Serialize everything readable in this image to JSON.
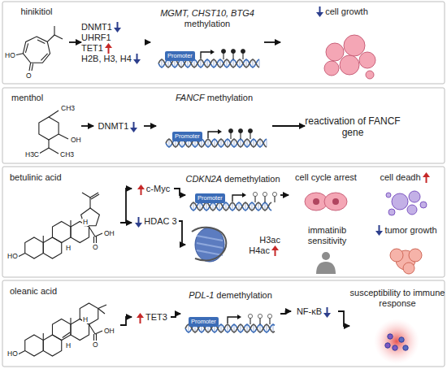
{
  "diagram": {
    "nodes": [
      {
        "text": [
          "hinikitiol"
        ]
      },
      {
        "text": [
          "DNMT1",
          "UHRF1",
          "TET1",
          "H2B, H3, H4"
        ]
      },
      {
        "text": [
          "MGMT, CHST10, BTG4",
          "methylation"
        ]
      },
      {
        "text": [
          "cell growth"
        ]
      },
      {
        "text": [
          "menthol"
        ]
      },
      {
        "text": [
          "DNMT1"
        ]
      },
      {
        "text": [
          "FANCF",
          "methylation"
        ]
      },
      {
        "text": [
          "reactivation of FANCF gene"
        ]
      },
      {
        "text": [
          "betulinic acid"
        ]
      },
      {
        "text": [
          "c-Myc"
        ]
      },
      {
        "text": [
          "HDAC 3"
        ]
      },
      {
        "text": [
          "CDKN2A",
          "demethylation"
        ]
      },
      {
        "text": [
          "H3ac",
          "H4ac"
        ]
      },
      {
        "text": [
          "cell cycle arrest"
        ]
      },
      {
        "text": [
          "cell deadh"
        ]
      },
      {
        "text": [
          "immatinib sensitivity"
        ]
      },
      {
        "text": [
          "tumor growth"
        ]
      },
      {
        "text": [
          "oleanic acid"
        ]
      },
      {
        "text": [
          "TET3"
        ]
      },
      {
        "text": [
          "PDL-1",
          "demethylation"
        ]
      },
      {
        "text": [
          "NF-κB"
        ]
      },
      {
        "text": [
          "susceptibility to immune response"
        ]
      }
    ],
    "edges": [
      {
        "from": 0,
        "to": 1,
        "arrow": "to"
      },
      {
        "from": 1,
        "to": 2,
        "arrow": "to"
      },
      {
        "from": 2,
        "to": 3,
        "arrow": "to"
      },
      {
        "from": 4,
        "to": 5,
        "arrow": "to"
      },
      {
        "from": 5,
        "to": 6,
        "arrow": "to"
      },
      {
        "from": 6,
        "to": 7,
        "arrow": "to"
      },
      {
        "from": 8,
        "to": 9,
        "arrow": "to"
      },
      {
        "from": 8,
        "to": 10,
        "arrow": "to"
      },
      {
        "from": 9,
        "to": 11,
        "arrow": "to"
      },
      {
        "from": 10,
        "to": 12,
        "arrow": "to"
      },
      {
        "from": 11,
        "to": 13,
        "arrow": "to"
      },
      {
        "from": 17,
        "to": 18,
        "arrow": "to"
      },
      {
        "from": 18,
        "to": 19,
        "arrow": "to"
      },
      {
        "from": 19,
        "to": 20,
        "arrow": "to"
      },
      {
        "from": 20,
        "to": 21,
        "arrow": "to"
      }
    ],
    "labels": [
      "HO",
      "O",
      "Promoter",
      "CH3",
      "OH",
      "H3C",
      "CH3",
      "Promoter",
      "HO",
      "OH",
      "O",
      "H",
      "H",
      "Promoter",
      "HO",
      "OH",
      "O",
      "H",
      "H",
      "Promoter"
    ]
  }
}
